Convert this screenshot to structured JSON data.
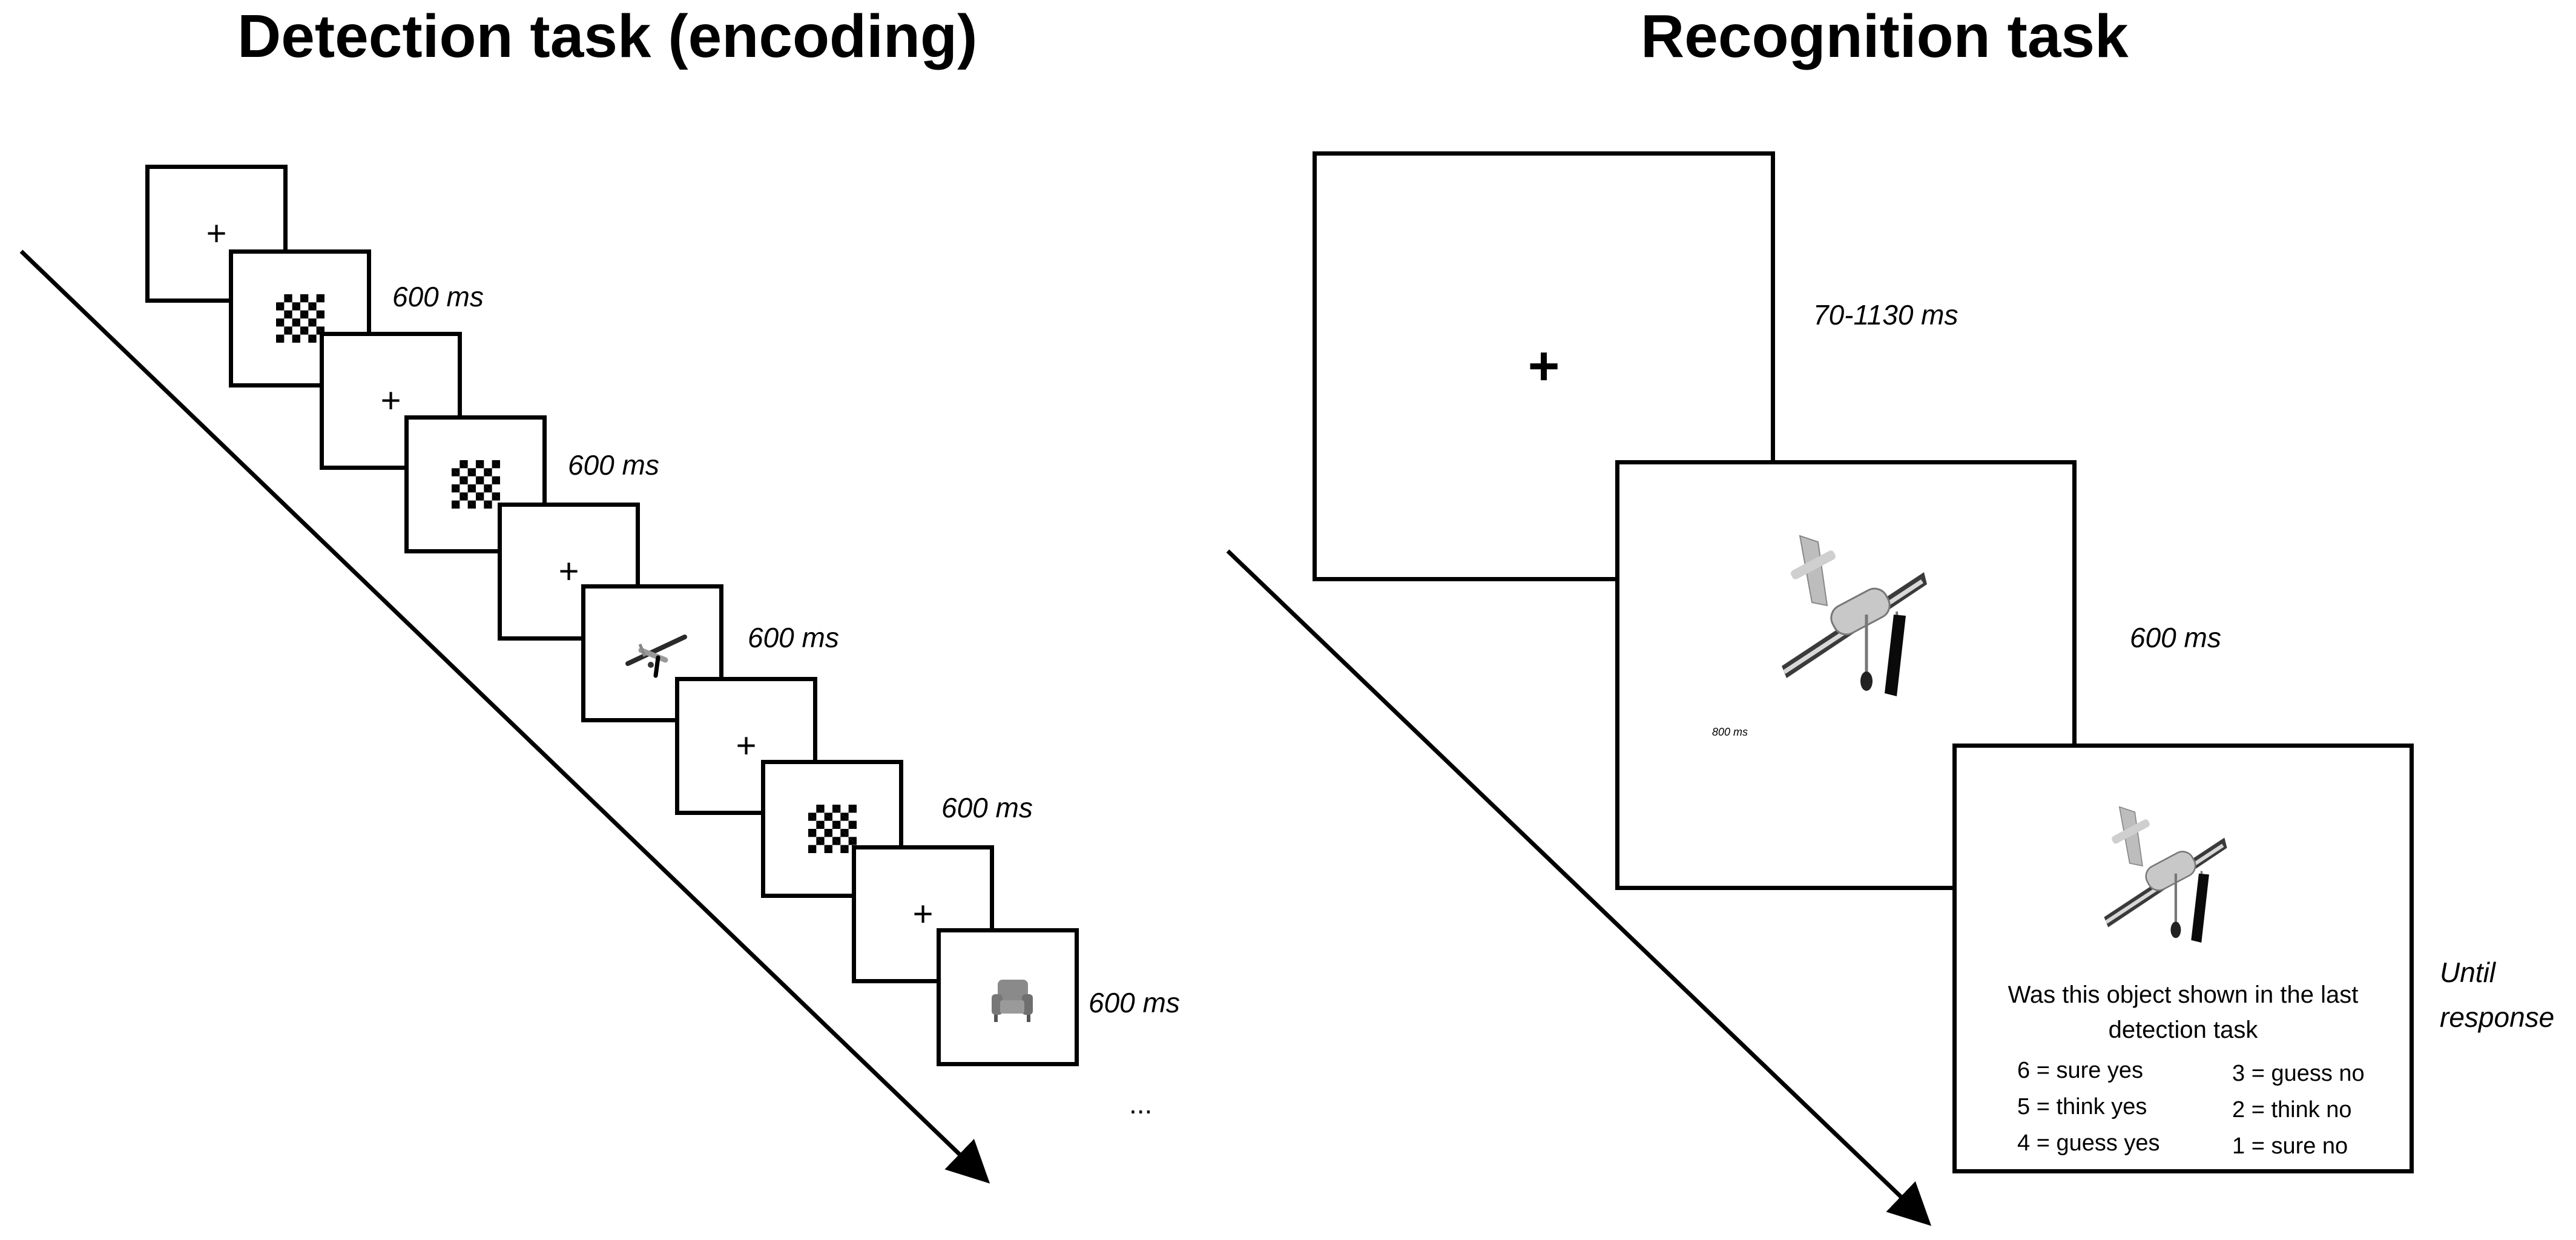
{
  "detection": {
    "title": "Detection task (encoding)",
    "timings": [
      "600 ms",
      "600 ms",
      "600 ms",
      "600 ms",
      "600 ms"
    ],
    "ellipsis": "...",
    "frames": [
      {
        "type": "fixation",
        "symbol": "+"
      },
      {
        "type": "checkerboard"
      },
      {
        "type": "fixation",
        "symbol": "+"
      },
      {
        "type": "checkerboard"
      },
      {
        "type": "fixation",
        "symbol": "+"
      },
      {
        "type": "object",
        "icon": "airplane-icon"
      },
      {
        "type": "fixation",
        "symbol": "+"
      },
      {
        "type": "checkerboard"
      },
      {
        "type": "fixation",
        "symbol": "+"
      },
      {
        "type": "object",
        "icon": "armchair-icon"
      }
    ]
  },
  "recognition": {
    "title": "Recognition task",
    "fixation_symbol": "+",
    "fixation_timing": "70-1130 ms",
    "object_timing": "600 ms",
    "object_small_note": "800 ms",
    "response_timing_line1": "Until",
    "response_timing_line2": "response",
    "question_line1": "Was this object shown in the last",
    "question_line2": "detection task",
    "responses_left": [
      "6 = sure yes",
      "5 = think yes",
      "4 = guess yes"
    ],
    "responses_right": [
      "3 = guess no",
      "2 = think no",
      "1 = sure no"
    ]
  },
  "colors": {
    "stroke": "#000000",
    "background": "#ffffff",
    "object_gray": "#8a8a8a"
  }
}
